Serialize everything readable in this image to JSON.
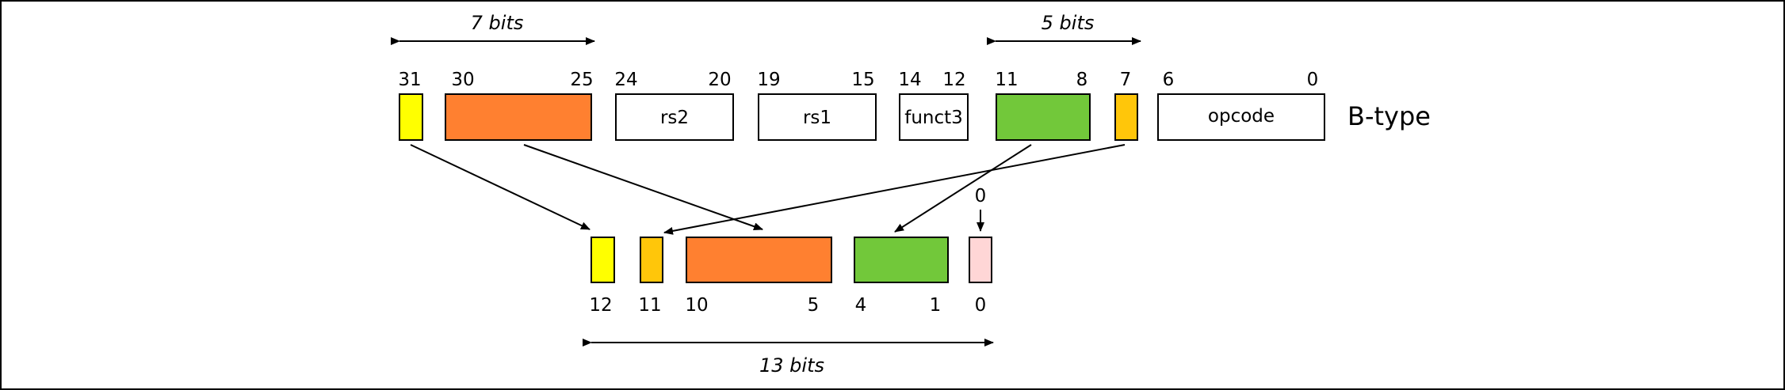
{
  "format_label": "B-type",
  "colors": {
    "yellow": "#FFFF00",
    "orange": "#FF8030",
    "green": "#72C83A",
    "amber": "#FFC60A",
    "pink": "#FFD6D6",
    "white": "#FFFFFF"
  },
  "top_span_left": "7 bits",
  "top_span_right": "5 bits",
  "bottom_span": "13 bits",
  "instruction_fields": [
    {
      "id": "imm12",
      "label": "",
      "color": "yellow",
      "bits": [
        "31"
      ]
    },
    {
      "id": "imm10_5",
      "label": "",
      "color": "orange",
      "bits": [
        "30",
        "25"
      ]
    },
    {
      "id": "rs2",
      "label": "rs2",
      "color": "white",
      "bits": [
        "24",
        "20"
      ]
    },
    {
      "id": "rs1",
      "label": "rs1",
      "color": "white",
      "bits": [
        "19",
        "15"
      ]
    },
    {
      "id": "funct3",
      "label": "funct3",
      "color": "white",
      "bits": [
        "14",
        "12"
      ]
    },
    {
      "id": "imm4_1",
      "label": "",
      "color": "green",
      "bits": [
        "11",
        "8"
      ]
    },
    {
      "id": "imm11",
      "label": "",
      "color": "amber",
      "bits": [
        "7"
      ]
    },
    {
      "id": "opcode",
      "label": "opcode",
      "color": "white",
      "bits": [
        "6",
        "0"
      ]
    }
  ],
  "immediate_fields": [
    {
      "id": "i12",
      "color": "yellow",
      "bits": [
        "12"
      ]
    },
    {
      "id": "i11",
      "color": "amber",
      "bits": [
        "11"
      ]
    },
    {
      "id": "i10_5",
      "color": "orange",
      "bits": [
        "10",
        "5"
      ]
    },
    {
      "id": "i4_1",
      "color": "green",
      "bits": [
        "4",
        "1"
      ]
    },
    {
      "id": "i0",
      "color": "pink",
      "bits": [
        "0"
      ]
    }
  ],
  "zero_input_label": "0"
}
